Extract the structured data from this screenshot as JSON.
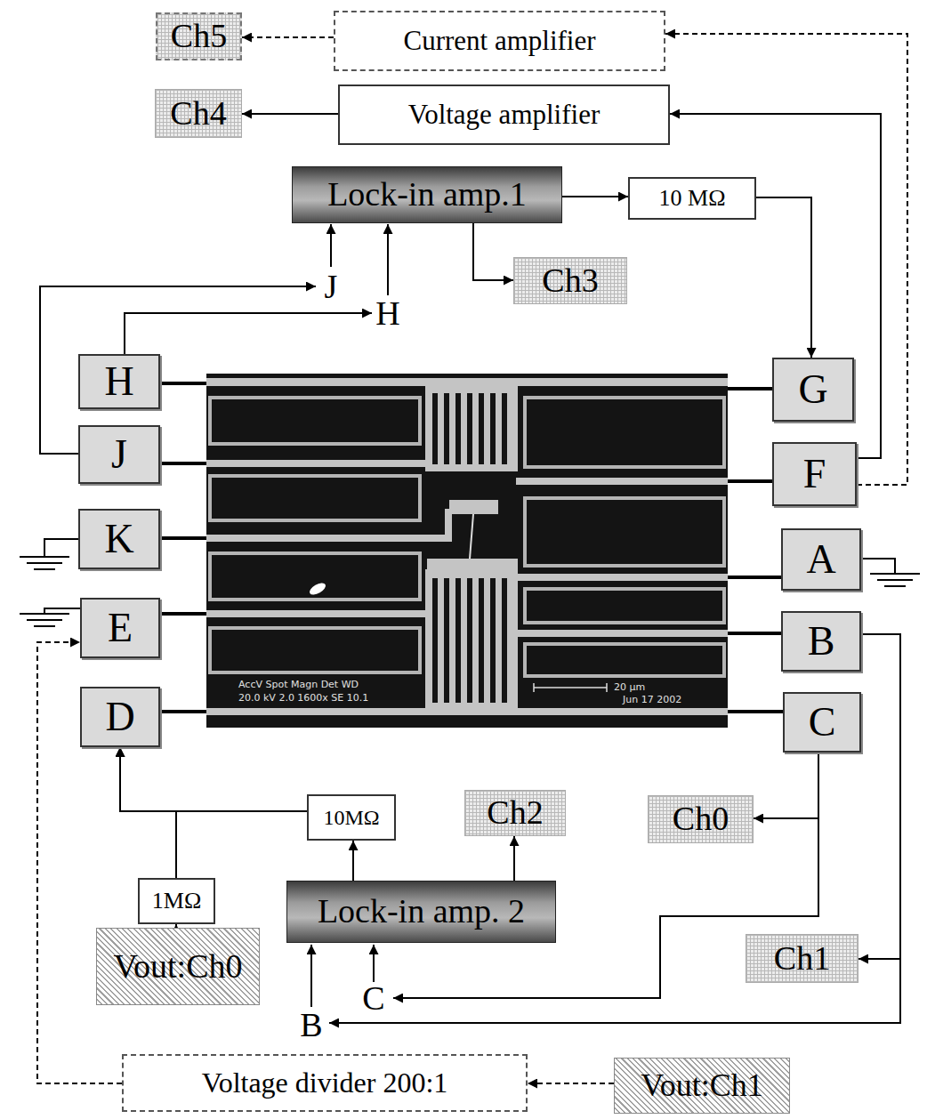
{
  "diagram": {
    "nodes": [
      {
        "text": [
          "Ch5"
        ]
      },
      {
        "text": [
          "Current amplifier"
        ]
      },
      {
        "text": [
          "Ch4"
        ]
      },
      {
        "text": [
          "Voltage amplifier"
        ]
      },
      {
        "text": [
          "Lock-in amp.1"
        ]
      },
      {
        "text": [
          "10 MΩ"
        ]
      },
      {
        "text": [
          "Ch3"
        ]
      },
      {
        "text": [
          "H"
        ]
      },
      {
        "text": [
          "G"
        ]
      },
      {
        "text": [
          "J"
        ]
      },
      {
        "text": [
          "F"
        ]
      },
      {
        "text": [
          "K"
        ]
      },
      {
        "text": [
          "A"
        ]
      },
      {
        "text": [
          "E"
        ]
      },
      {
        "text": [
          "B"
        ]
      },
      {
        "text": [
          "D"
        ]
      },
      {
        "text": [
          "C"
        ]
      },
      {
        "text": [
          "10MΩ"
        ]
      },
      {
        "text": [
          "Ch2"
        ]
      },
      {
        "text": [
          "Ch0"
        ]
      },
      {
        "text": [
          "1MΩ"
        ]
      },
      {
        "text": [
          "Lock-in amp. 2"
        ]
      },
      {
        "text": [
          "Ch1"
        ]
      },
      {
        "text": [
          "Vout:Ch0"
        ]
      },
      {
        "text": [
          "Voltage divider 200:1"
        ]
      },
      {
        "text": [
          "Vout:Ch1"
        ]
      }
    ],
    "edges": [
      {
        "from": 1,
        "to": 0,
        "arrow": "to"
      },
      {
        "from": 10,
        "to": 1,
        "arrow": "to"
      },
      {
        "from": 3,
        "to": 2,
        "arrow": "to"
      },
      {
        "from": 10,
        "to": 3,
        "arrow": "to"
      },
      {
        "from": 4,
        "to": 5,
        "arrow": "to"
      },
      {
        "from": 5,
        "to": 8,
        "arrow": "to"
      },
      {
        "from": 4,
        "to": 6,
        "arrow": "to"
      },
      {
        "from": 21,
        "to": 17,
        "arrow": "to"
      },
      {
        "from": 21,
        "to": 18,
        "arrow": "to"
      },
      {
        "from": 17,
        "to": 15,
        "arrow": "to"
      },
      {
        "from": 20,
        "to": 15,
        "arrow": "to"
      },
      {
        "from": 23,
        "to": 20,
        "arrow": "to"
      },
      {
        "from": 16,
        "to": 19,
        "arrow": "to"
      },
      {
        "from": 14,
        "to": 22,
        "arrow": "to"
      },
      {
        "from": 25,
        "to": 24,
        "arrow": "to"
      },
      {
        "from": 24,
        "to": 13,
        "arrow": "to"
      }
    ],
    "labels": [
      "J",
      "H",
      "B",
      "C",
      "AccV Spot Magn Det WD",
      "20.0 kV 2.0 1600x SE 10.1",
      "20 µm",
      "Jun 17 2002"
    ]
  }
}
